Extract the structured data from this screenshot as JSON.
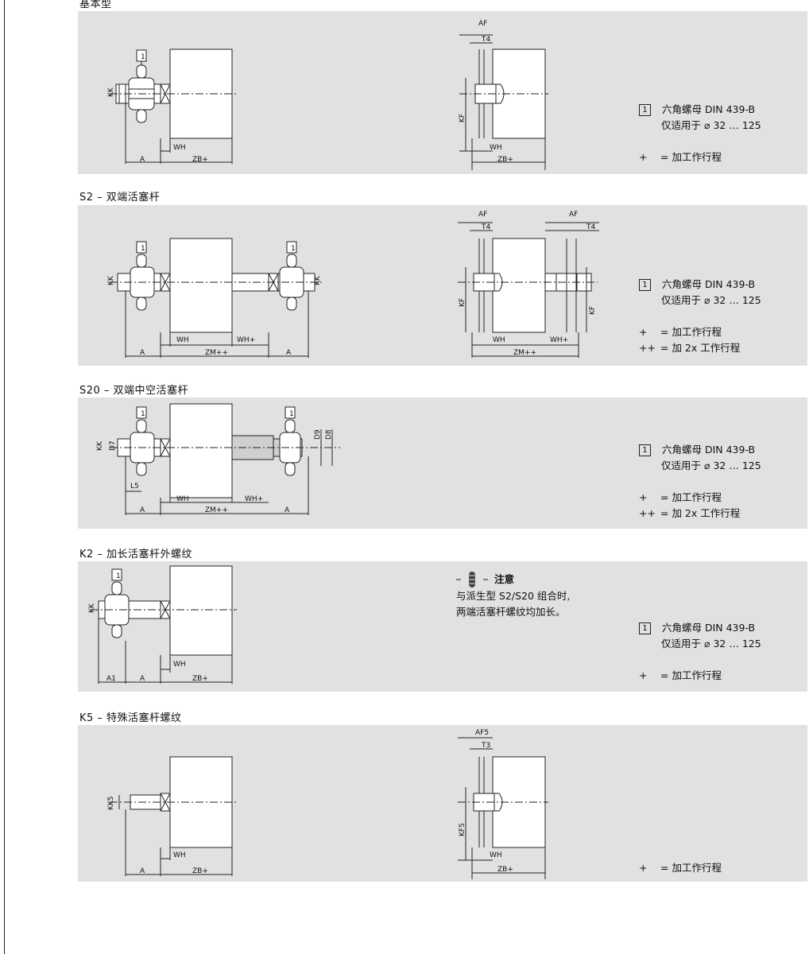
{
  "sections": [
    {
      "title": "基本型"
    },
    {
      "title": "S2 – 双端活塞杆"
    },
    {
      "title": "S20 – 双端中空活塞杆"
    },
    {
      "title": "K2 – 加长活塞杆外螺纹"
    },
    {
      "title": "K5 – 特殊活塞杆螺纹"
    }
  ],
  "legend": {
    "nut_number": "1",
    "nut_text": "六角螺母 DIN 439-B",
    "nut_range": "仅适用于 ⌀ 32 … 125",
    "plus_symbol": "+",
    "plus_text": "= 加工作行程",
    "dplus_symbol": "++",
    "dplus_text": "= 加 2x 工作行程"
  },
  "note": {
    "title": "注意",
    "line1": "与派生型 S2/S20 组合时,",
    "line2": "两端活塞杆螺纹均加长。"
  },
  "dims": {
    "KK": "KK",
    "A": "A",
    "WH": "WH",
    "ZB": "ZB+",
    "AF": "AF",
    "T4": "T4",
    "KF": "KF",
    "ZM": "ZM++",
    "WHp": "WH+",
    "D7": "D7",
    "D8": "D8",
    "D9": "D9",
    "L5": "L5",
    "A1": "A1",
    "KK5": "KK5",
    "AF5": "AF5",
    "T3": "T3",
    "KF5": "KF5",
    "nut": "1"
  }
}
